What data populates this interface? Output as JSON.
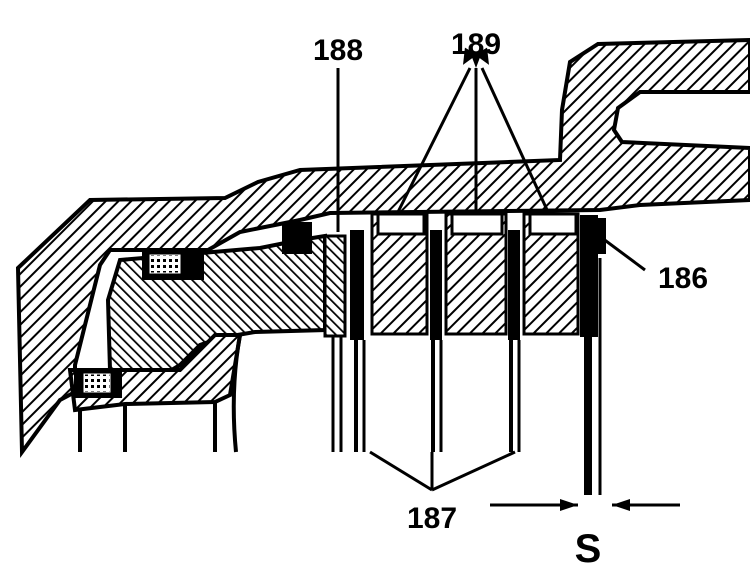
{
  "callouts": {
    "c186": "186",
    "c187": "187",
    "c188": "188",
    "c189": "189",
    "clearance": "S"
  },
  "colors": {
    "ink": "#000000",
    "paper": "#ffffff"
  }
}
